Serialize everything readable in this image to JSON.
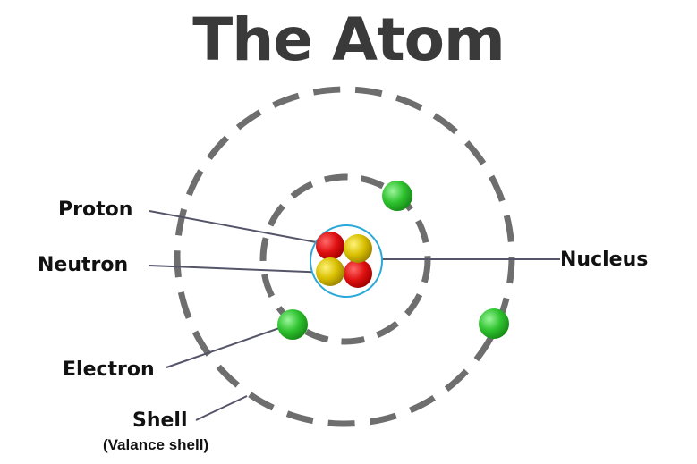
{
  "title": "The Atom",
  "labels": {
    "proton": "Proton",
    "neutron": "Neutron",
    "electron": "Electron",
    "shell": "Shell",
    "shell_note": "(Valance shell)",
    "nucleus": "Nucleus"
  },
  "colors": {
    "title": "#3a3a3a",
    "shell": "#6e6e6e",
    "proton": "#e01010",
    "neutron": "#d9c000",
    "electron": "#2ec22e",
    "nucleus_ring": "#2aa9d8",
    "pointer_line": "#55556a"
  }
}
